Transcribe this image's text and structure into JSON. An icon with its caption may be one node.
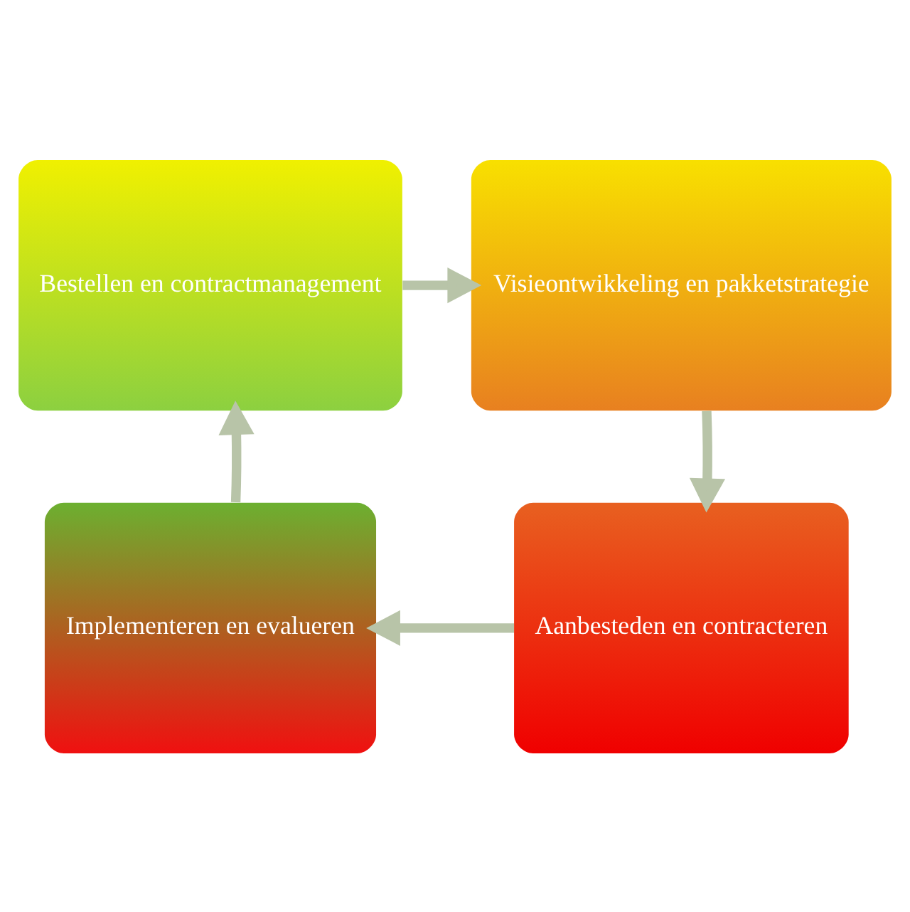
{
  "diagram": {
    "nodes": [
      {
        "text": [
          "Bestellen en contractmanagement"
        ]
      },
      {
        "text": [
          "Visieontwikkeling en pakketstrategie"
        ]
      },
      {
        "text": [
          "Implementeren en evalueren"
        ]
      },
      {
        "text": [
          "Aanbesteden en contracteren"
        ]
      }
    ],
    "edges": [
      {
        "from": 0,
        "to": 1,
        "arrow": "to"
      },
      {
        "from": 1,
        "to": 3,
        "arrow": "to"
      },
      {
        "from": 3,
        "to": 2,
        "arrow": "to"
      },
      {
        "from": 2,
        "to": 0,
        "arrow": "to"
      }
    ]
  }
}
